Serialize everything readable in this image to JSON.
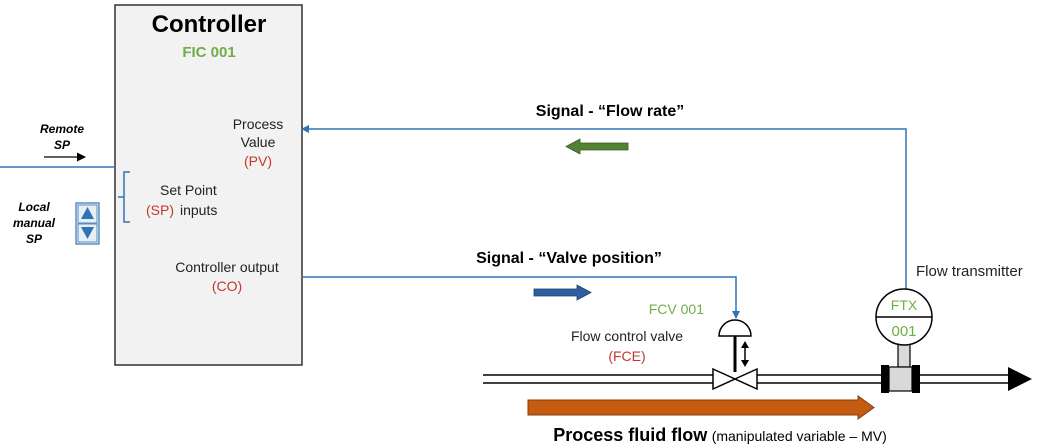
{
  "controller": {
    "title": "Controller",
    "tag": "FIC 001",
    "pv_label_line1": "Process",
    "pv_label_line2": "Value",
    "pv_abbr": "(PV)",
    "sp_label": "Set Point",
    "sp_abbr": "(SP)",
    "sp_suffix": "inputs",
    "co_label": "Controller output",
    "co_abbr": "(CO)"
  },
  "remote_sp": {
    "line1": "Remote",
    "line2": "SP"
  },
  "local_sp": {
    "line1": "Local",
    "line2": "manual",
    "line3": "SP"
  },
  "signals": {
    "flow_rate": "Signal - “Flow rate”",
    "valve_position": "Signal - “Valve position”"
  },
  "valve": {
    "tag": "FCV 001",
    "label": "Flow control valve",
    "abbr": "(FCE)"
  },
  "transmitter": {
    "label": "Flow transmitter",
    "tag_top": "FTX",
    "tag_bottom": "001"
  },
  "process_flow": {
    "label": "Process fluid flow",
    "sublabel": "(manipulated variable – MV)"
  },
  "colors": {
    "signal_line": "#2e75b6",
    "tag_green": "#70ad47",
    "abbr_red": "#c0392b",
    "controller_fill": "#f2f2f2",
    "arrow_green": "#548235",
    "arrow_blue": "#2e5e9e",
    "arrow_orange": "#c55a11"
  }
}
